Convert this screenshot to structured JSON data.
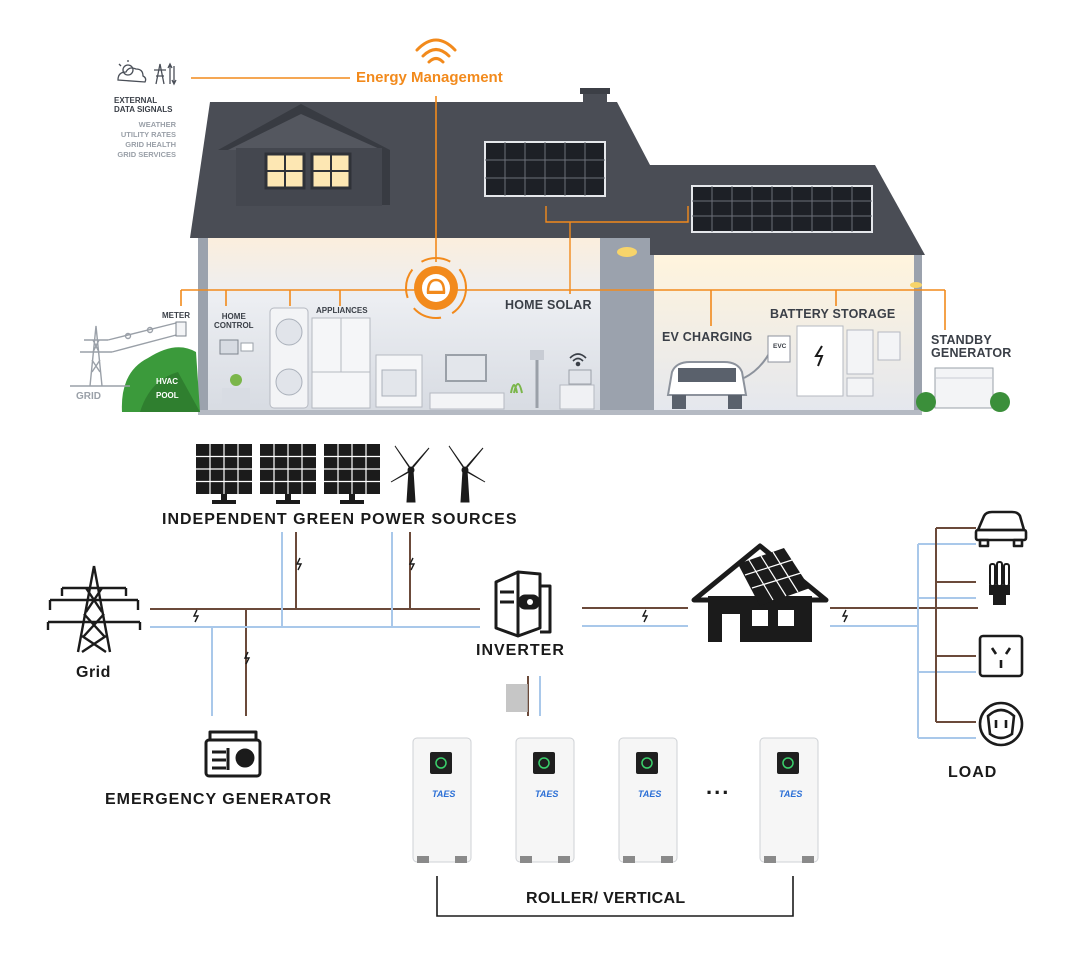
{
  "header": {
    "title": "Energy Management"
  },
  "external_signals": {
    "heading": [
      "EXTERNAL",
      "DATA SIGNALS"
    ],
    "items": [
      "WEATHER",
      "UTILITY RATES",
      "GRID HEALTH",
      "GRID SERVICES"
    ]
  },
  "house_labels": {
    "meter": "METER",
    "home_control": [
      "HOME",
      "CONTROL"
    ],
    "appliances": "APPLIANCES",
    "home_solar": "HOME SOLAR",
    "ev_charging": "EV CHARGING",
    "evc": "EVC",
    "battery_storage": "BATTERY STORAGE",
    "standby_generator": [
      "STANDBY",
      "GENERATOR"
    ],
    "hvac": "HVAC",
    "pool": "POOL",
    "grid": "GRID"
  },
  "system": {
    "green_sources": "INDEPENDENT GREEN POWER SOURCES",
    "grid": "Grid",
    "inverter": "INVERTER",
    "emergency_generator": "EMERGENCY GENERATOR",
    "load": "LOAD",
    "battery_brand": "TAES",
    "ellipsis": "...",
    "battery_group": "ROLLER/ VERTICAL"
  },
  "colors": {
    "accent": "#f28a1c",
    "roof": "#4a4d55",
    "wall": "#c8ccd4",
    "line_brown": "#6b4a3a",
    "line_blue": "#a9c8ea"
  },
  "icons": {
    "wifi": "wifi-icon",
    "weather": "weather-icon",
    "tower": "transmission-tower-icon",
    "solar": "solar-panel-icon",
    "wind": "wind-turbine-icon",
    "inverter": "inverter-icon",
    "house": "solar-house-icon",
    "generator": "generator-icon",
    "car": "car-icon",
    "bulb": "bulb-icon",
    "socket": "socket-icon",
    "plug": "plug-icon",
    "battery": "battery-unit-icon"
  }
}
